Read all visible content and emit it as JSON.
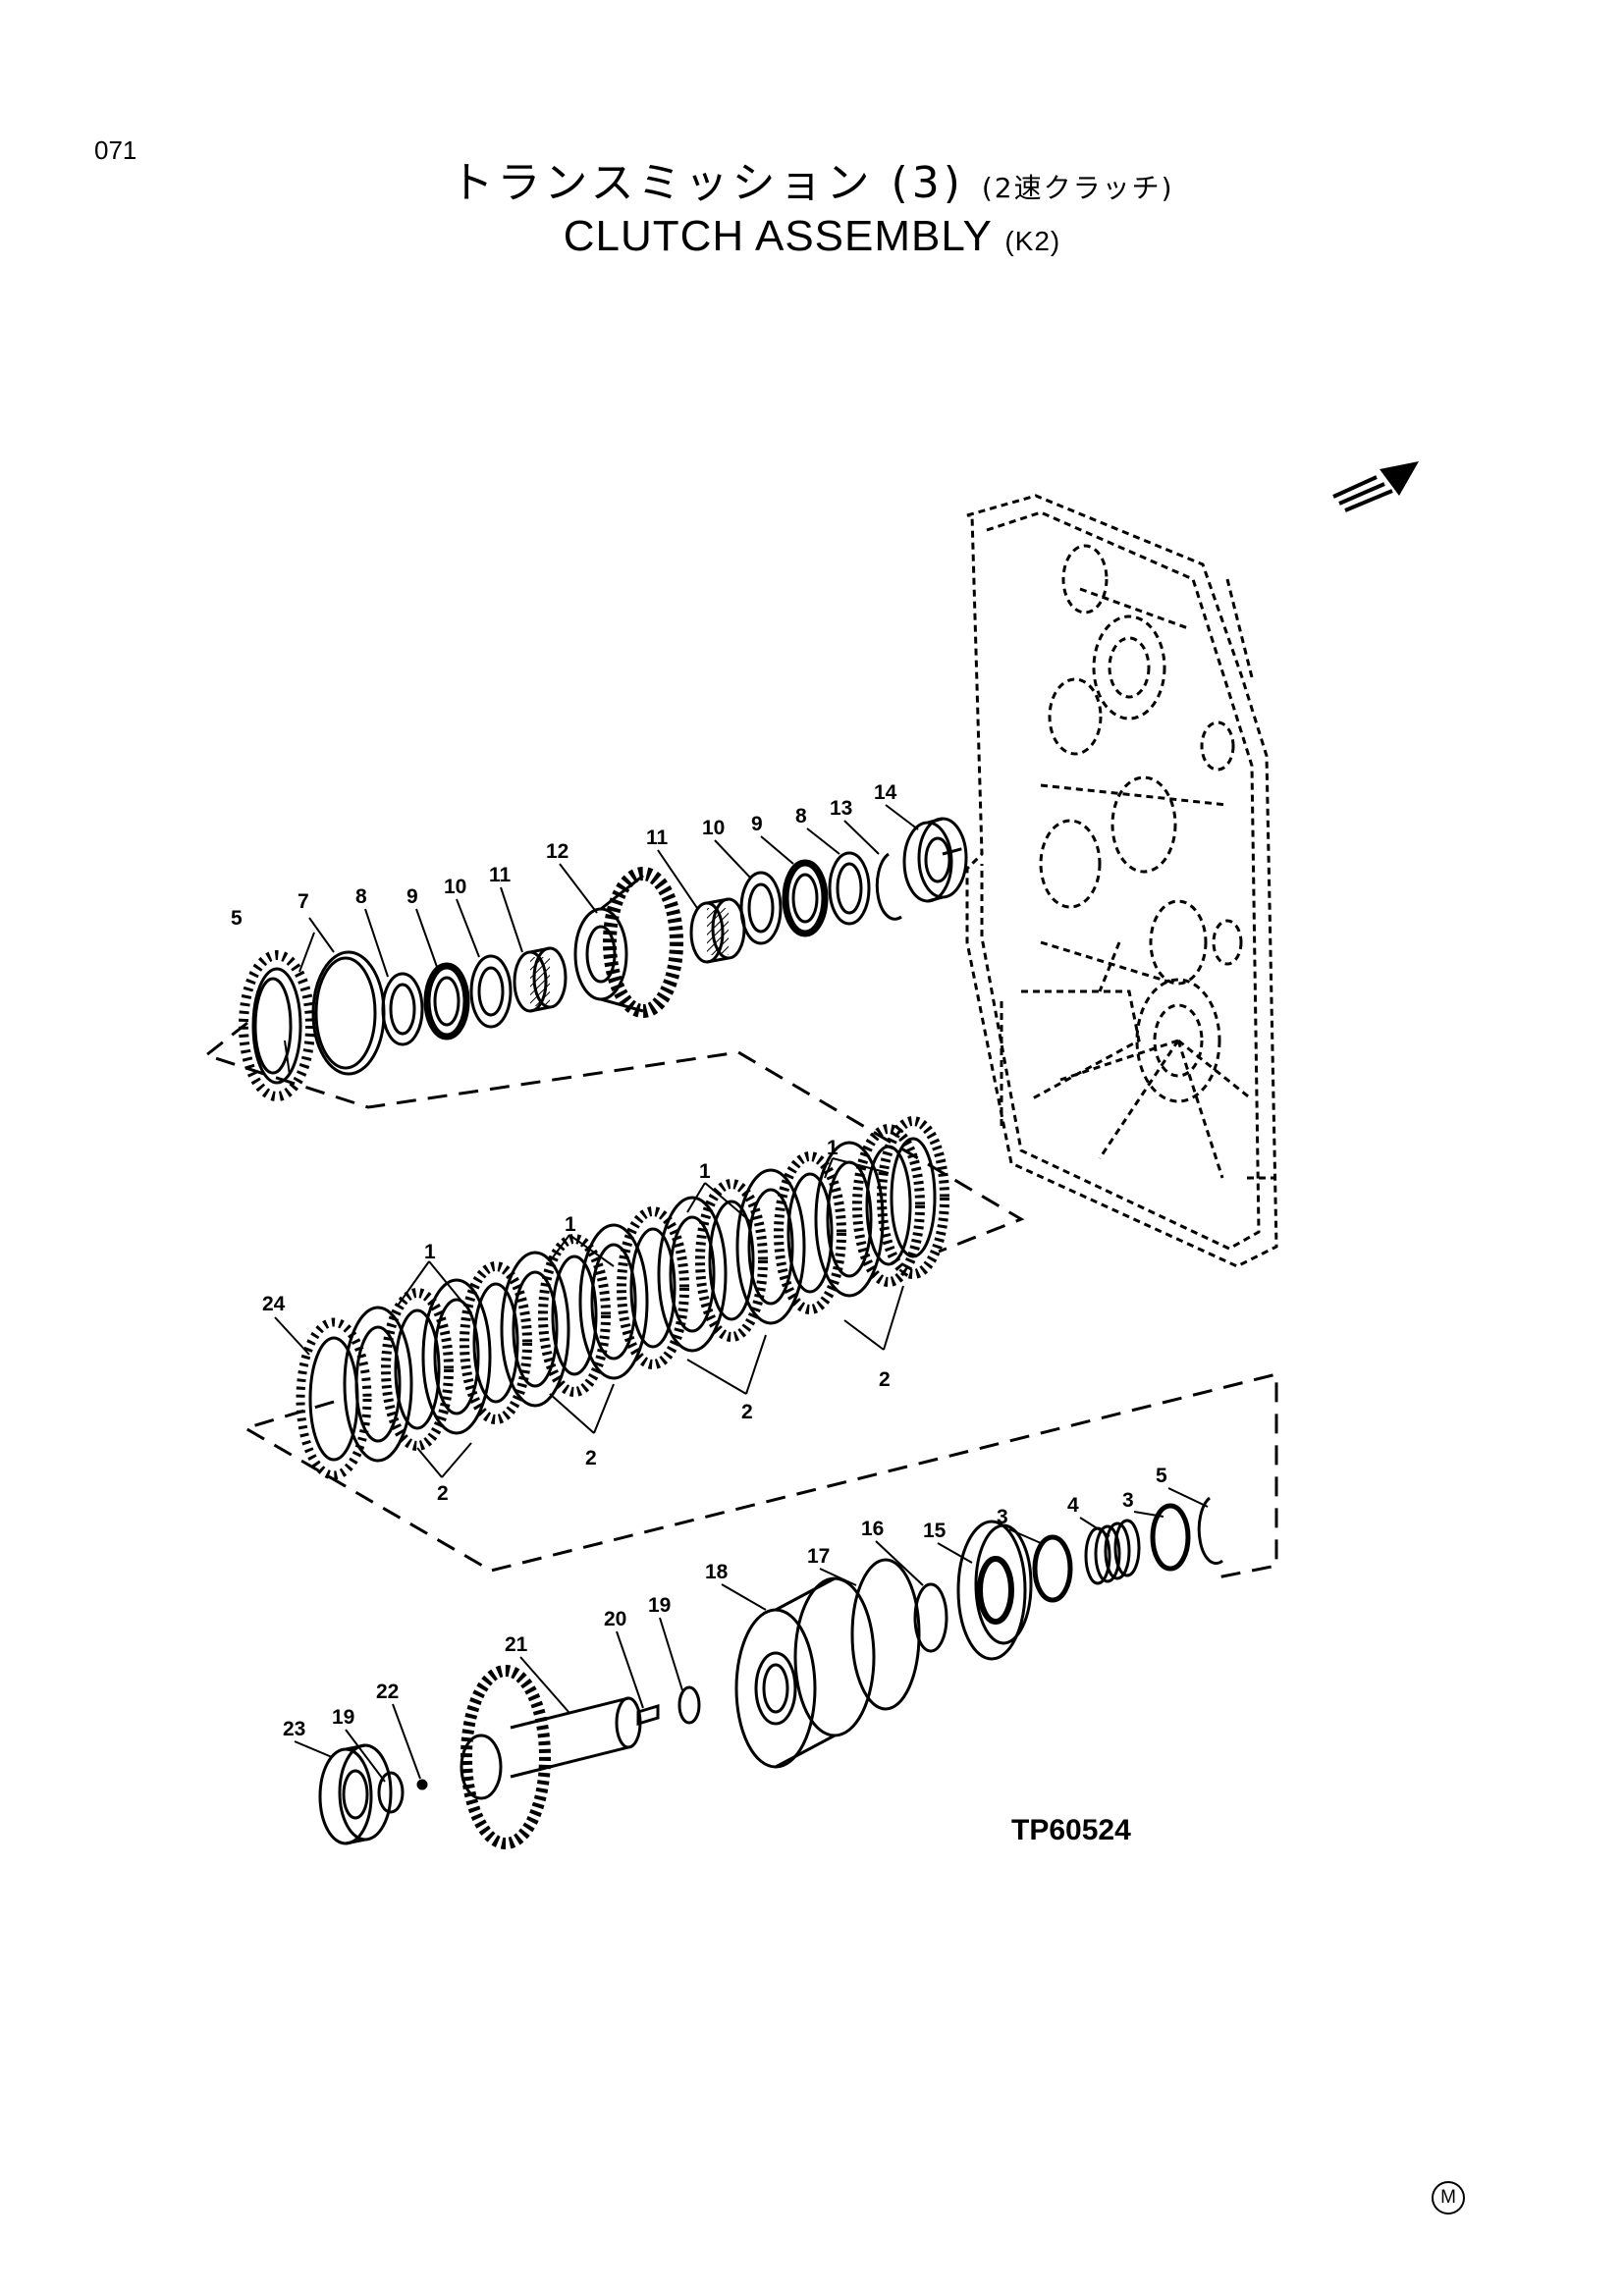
{
  "page_number": "071",
  "title": {
    "jp_main": "トランスミッション (3)",
    "jp_sub": "(2速クラッチ)",
    "en_main": "CLUTCH ASSEMBLY",
    "en_sub": "(K2)"
  },
  "figure_ref": "TP60524",
  "corner_mark": "M",
  "callouts": {
    "c5a": "5",
    "c7": "7",
    "c8a": "8",
    "c9a": "9",
    "c10a": "10",
    "c11a": "11",
    "c12": "12",
    "c11b": "11",
    "c10b": "10",
    "c9b": "9",
    "c8b": "8",
    "c13": "13",
    "c14": "14",
    "c1a": "1",
    "c1b": "1",
    "c1c": "1",
    "c1d": "1",
    "c24": "24",
    "c2a": "2",
    "c2b": "2",
    "c2c": "2",
    "c2d": "2",
    "c16": "16",
    "c15": "15",
    "c3a": "3",
    "c4": "4",
    "c3b": "3",
    "c5b": "5",
    "c17": "17",
    "c18": "18",
    "c19a": "19",
    "c20": "20",
    "c21": "21",
    "c22": "22",
    "c19b": "19",
    "c23": "23"
  }
}
